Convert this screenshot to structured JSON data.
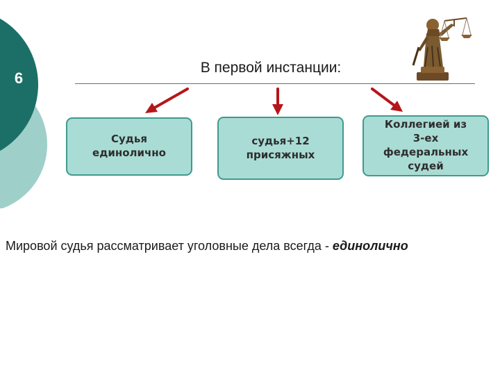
{
  "slide": {
    "number": "6"
  },
  "diagram": {
    "title": "В первой инстанции:",
    "boxes": [
      {
        "lines": [
          "Судья",
          "единолично"
        ]
      },
      {
        "lines": [
          "судья+12",
          "присяжных"
        ]
      },
      {
        "lines": [
          "Коллегией из",
          "3-ех",
          "федеральных",
          "судей"
        ]
      }
    ]
  },
  "note": {
    "prefix": "Мировой судья рассматривает уголовные дела всегда -",
    "emphasis": "единолично"
  },
  "colors": {
    "teal_dark": "#1b6f67",
    "teal_light": "#9fcfc9",
    "box_fill": "#a9dcd5",
    "box_border": "#3f9a8d",
    "arrow": "#b5161a"
  },
  "icons": {
    "justice": "themis-statue-icon"
  }
}
